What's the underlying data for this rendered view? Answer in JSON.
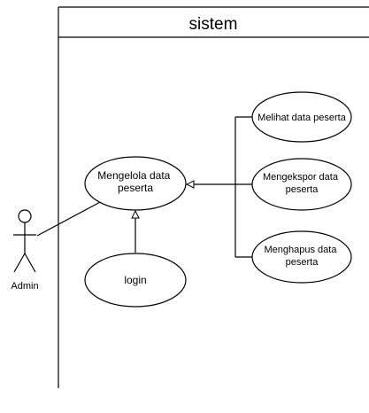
{
  "system": {
    "title": "sistem"
  },
  "actor": {
    "name": "Admin"
  },
  "use_cases": {
    "manage": {
      "line1": "Mengelola data",
      "line2": "peserta"
    },
    "login": {
      "line1": "login"
    },
    "view": {
      "line1": "Melihat data peserta"
    },
    "export": {
      "line1": "Mengekspor data",
      "line2": "peserta"
    },
    "delete": {
      "line1": "Menghapus data",
      "line2": "peserta"
    }
  },
  "colors": {
    "stroke": "#000000",
    "fill": "#ffffff"
  }
}
